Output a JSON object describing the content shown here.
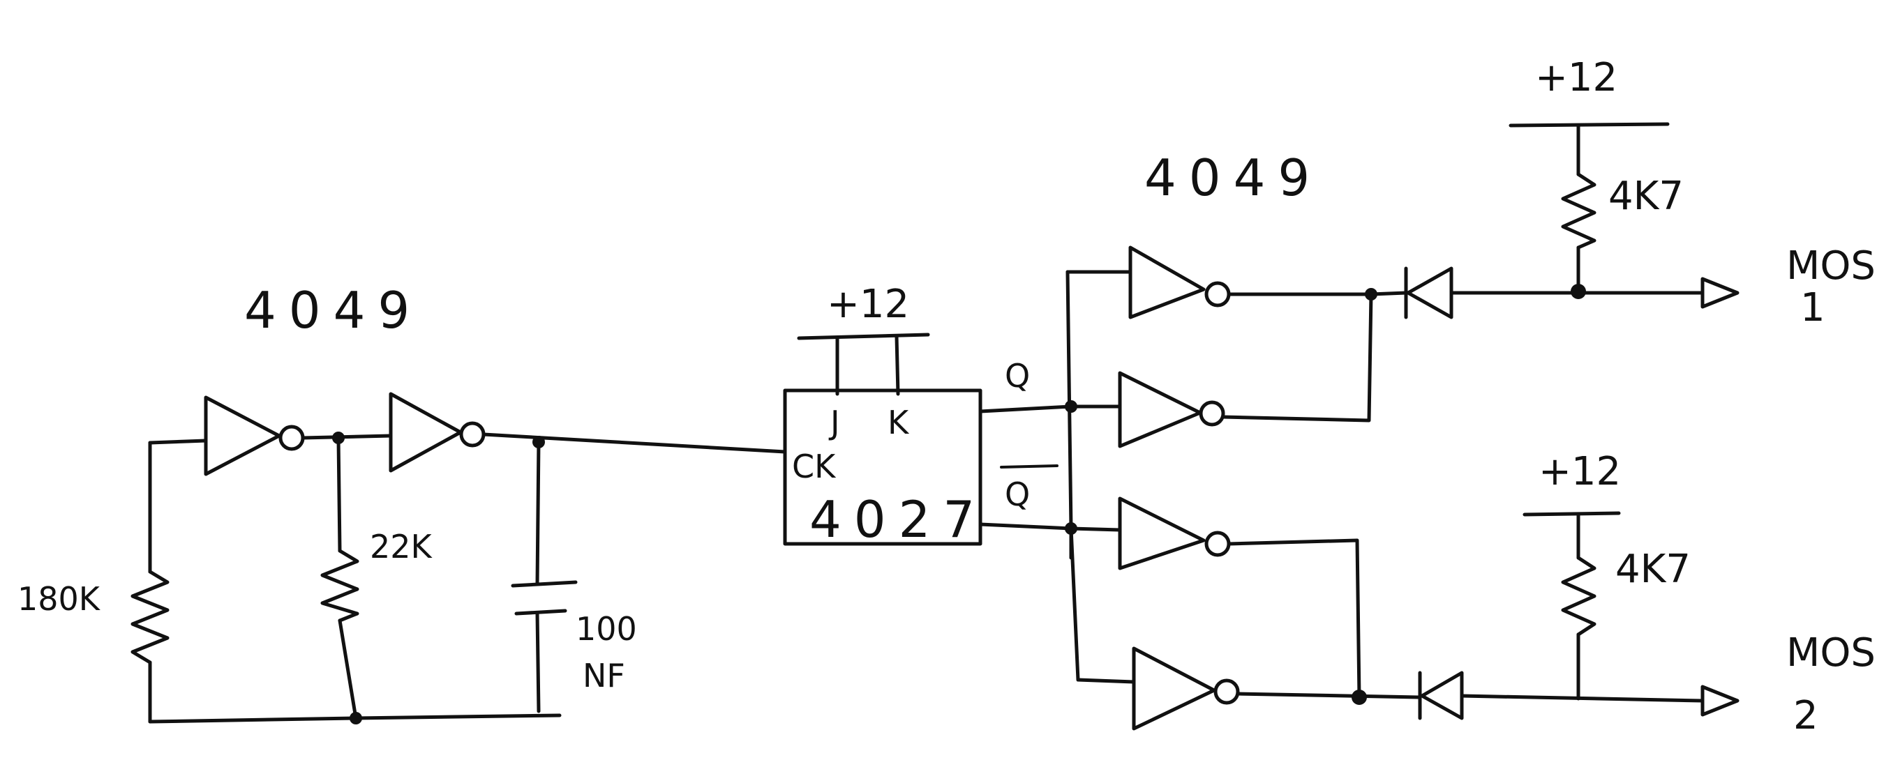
{
  "labels": {
    "ic_left": "4049",
    "ic_right": "4049",
    "flipflop": "4027",
    "j": "J",
    "k": "K",
    "ck": "CK",
    "q": "Q",
    "qbar": "Q",
    "vcc_ff": "+12",
    "vcc_top": "+12",
    "vcc_bottom": "+12",
    "r_180k": "180K",
    "r_22k": "22K",
    "cap_value": "100",
    "cap_unit": "NF",
    "r_pullup_top": "4K7",
    "r_pullup_bottom": "4K7",
    "out1_a": "MOS",
    "out1_b": "1",
    "out2_a": "MOS",
    "out2_b": "2"
  }
}
